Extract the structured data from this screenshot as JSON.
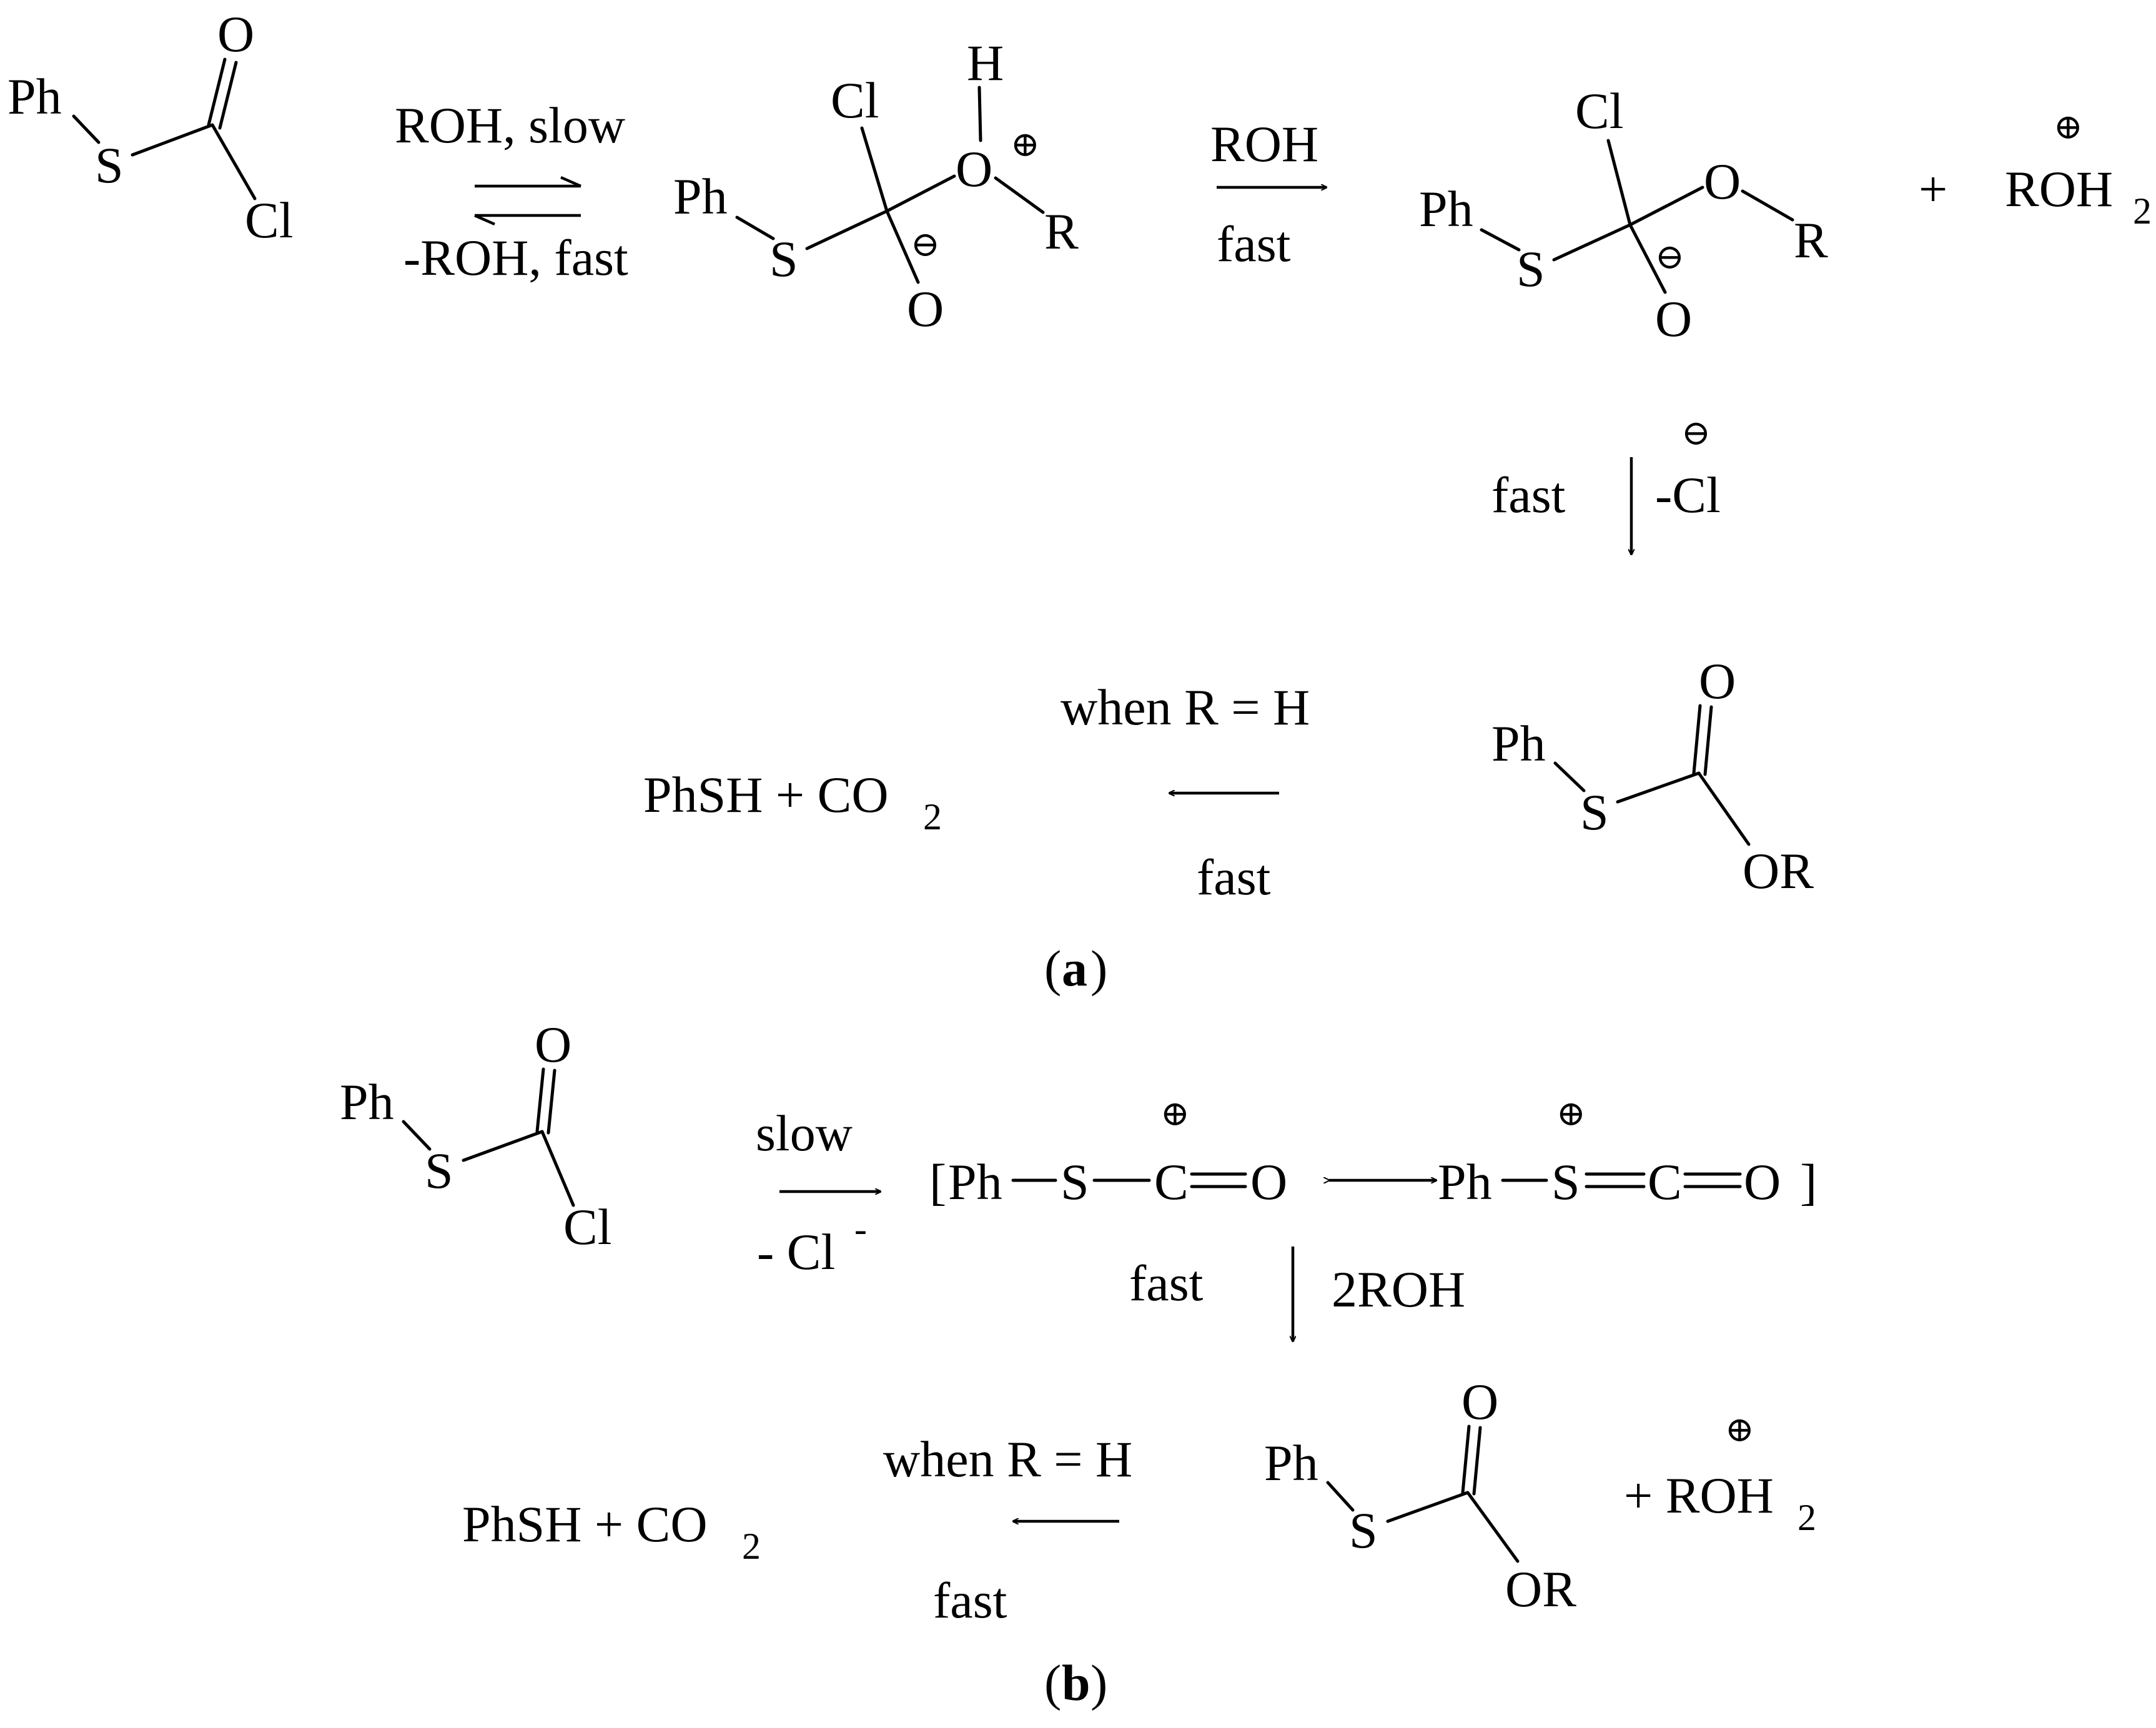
{
  "scheme_a": {
    "mol1": {
      "ph": "Ph",
      "s": "S",
      "o": "O",
      "cl": "Cl"
    },
    "step1": {
      "top": "ROH, slow",
      "bottom": "-ROH, fast"
    },
    "int1": {
      "ph": "Ph",
      "s": "S",
      "cl": "Cl",
      "h": "H",
      "o_plus": "O",
      "r": "R",
      "o_minus": "O",
      "plus": "⊕",
      "minus": "⊖"
    },
    "step2": {
      "top": "ROH",
      "bottom": "fast"
    },
    "int2": {
      "ph": "Ph",
      "s": "S",
      "cl": "Cl",
      "o": "O",
      "r": "R",
      "o_minus": "O",
      "minus": "⊖"
    },
    "plus_sign": "+",
    "roh2": {
      "text": "ROH",
      "sub": "2",
      "charge": "⊕"
    },
    "step3": {
      "left": "fast",
      "right": "-Cl",
      "charge": "⊖"
    },
    "product": {
      "ph": "Ph",
      "s": "S",
      "o": "O",
      "or": "OR"
    },
    "step4": {
      "top": "when R = H",
      "bottom": "fast"
    },
    "final": {
      "text": "PhSH + CO",
      "sub": "2"
    },
    "label": {
      "open": "(",
      "letter": "a",
      "close": ")"
    }
  },
  "scheme_b": {
    "mol1": {
      "ph": "Ph",
      "s": "S",
      "o": "O",
      "cl": "Cl"
    },
    "step1": {
      "top": "slow",
      "bottom": "- Cl",
      "bottom_sup": "-"
    },
    "resonance": {
      "open": "[",
      "ph1": "Ph",
      "s1": "S",
      "c1": "C",
      "o1": "O",
      "plus1": "⊕",
      "ph2": "Ph",
      "s2": "S",
      "c2": "C",
      "o2": "O",
      "plus2": "⊕",
      "close": "]"
    },
    "step2": {
      "left": "fast",
      "right": "2ROH"
    },
    "product": {
      "ph": "Ph",
      "s": "S",
      "o": "O",
      "or": "OR"
    },
    "roh2": {
      "text": "+ ROH",
      "sub": "2",
      "charge": "⊕"
    },
    "step3": {
      "top": "when R = H",
      "bottom": "fast"
    },
    "final": {
      "text": "PhSH + CO",
      "sub": "2"
    },
    "label": {
      "open": "(",
      "letter": "b",
      "close": ")"
    }
  }
}
